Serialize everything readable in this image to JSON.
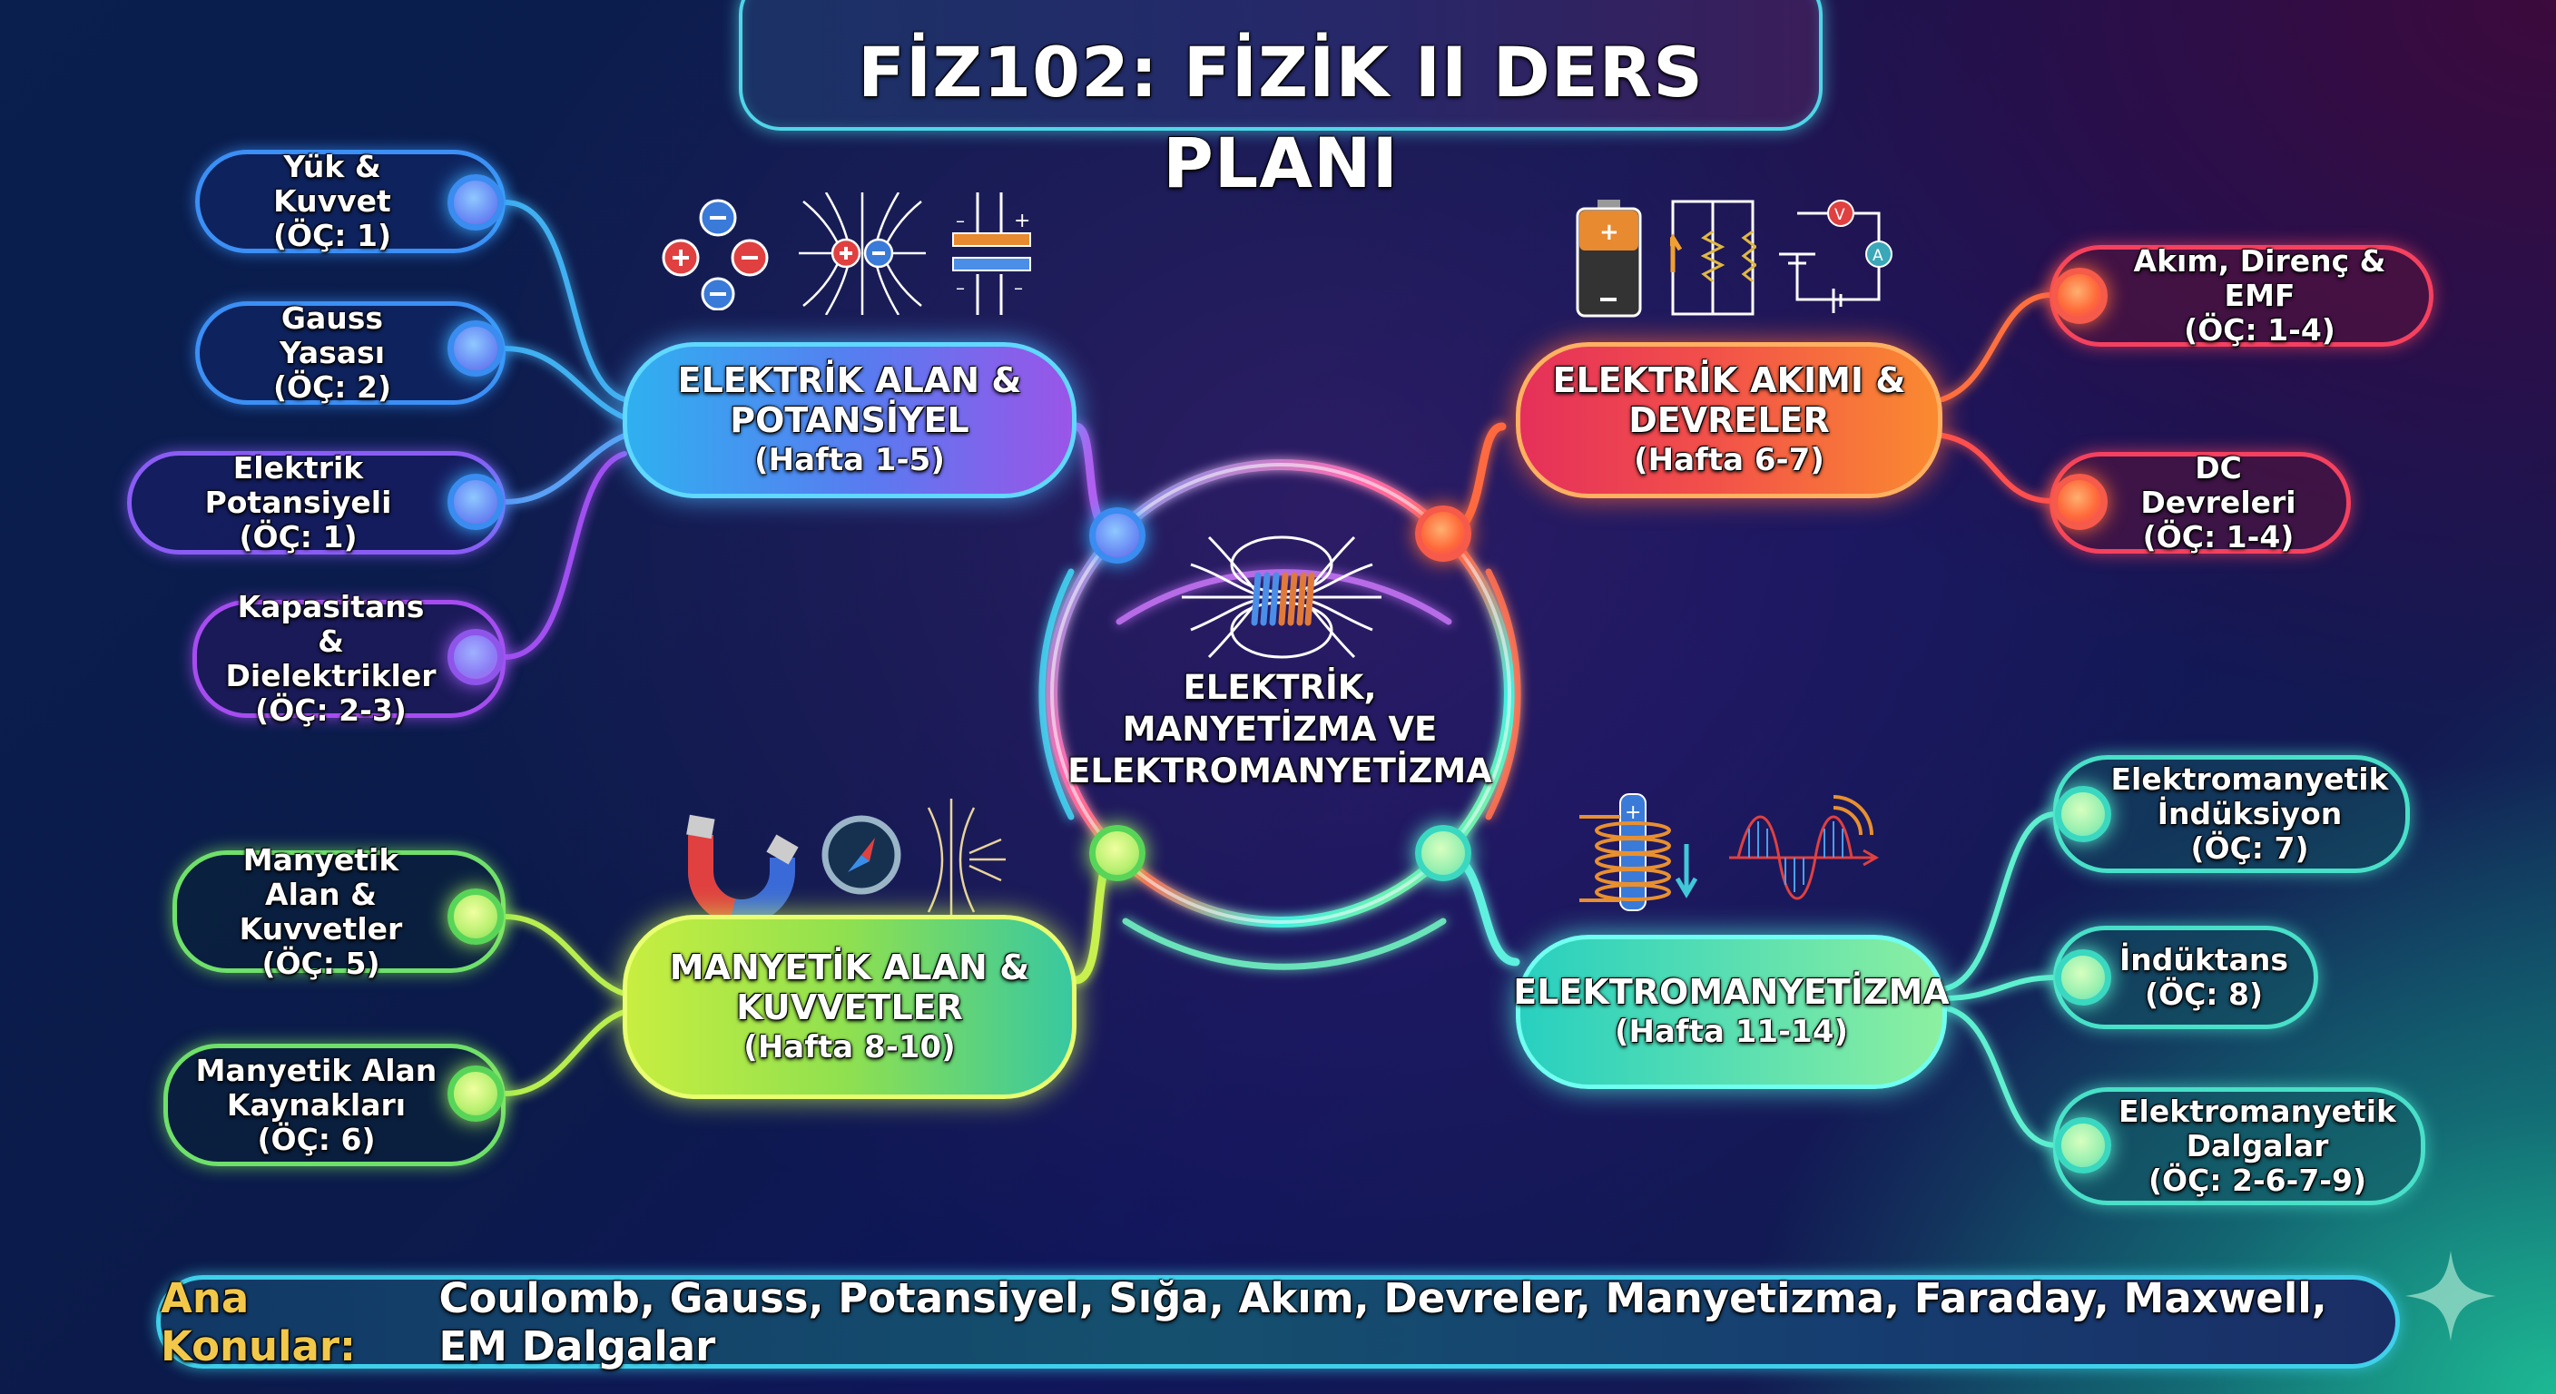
{
  "title": "FİZ102: FİZİK II DERS PLANI",
  "hub": {
    "line1": "ELEKTRİK,",
    "line2": "MANYETİZMA VE",
    "line3": "ELEKTROMANYETİZMA",
    "icon": "solenoid-magnetic-field-icon"
  },
  "topics": [
    {
      "id": "elektrik-alan",
      "line1": "ELEKTRİK ALAN &",
      "line2": "POTANSİYEL",
      "weeks": "(Hafta 1-5)",
      "color": "#5a7af0",
      "icons": [
        "charges-interaction-icon",
        "dipole-field-lines-icon",
        "capacitor-icon"
      ],
      "subtopics": [
        {
          "line1": "Yük & Kuvvet",
          "line2": "",
          "oc": "(ÖÇ: 1)"
        },
        {
          "line1": "Gauss Yasası",
          "line2": "",
          "oc": "(ÖÇ: 2)"
        },
        {
          "line1": "Elektrik Potansiyeli",
          "line2": "",
          "oc": "(ÖÇ: 1)"
        },
        {
          "line1": "Kapasitans &",
          "line2": "Dielektrikler",
          "oc": "(ÖÇ: 2-3)"
        }
      ]
    },
    {
      "id": "elektrik-akimi",
      "line1": "ELEKTRİK AKIMI &",
      "line2": "DEVRELER",
      "weeks": "(Hafta 6-7)",
      "color": "#f2504a",
      "icons": [
        "battery-icon",
        "parallel-resistors-icon",
        "voltmeter-ammeter-circuit-icon"
      ],
      "subtopics": [
        {
          "line1": "Akım, Direnç & EMF",
          "line2": "",
          "oc": "(ÖÇ: 1-4)"
        },
        {
          "line1": "DC Devreleri",
          "line2": "",
          "oc": "(ÖÇ: 1-4)"
        }
      ]
    },
    {
      "id": "manyetik-alan",
      "line1": "MANYETİK ALAN &",
      "line2": "KUVVETLER",
      "weeks": "(Hafta 8-10)",
      "color": "#a8e848",
      "icons": [
        "horseshoe-magnet-icon",
        "compass-icon",
        "magnetic-field-lines-icon"
      ],
      "subtopics": [
        {
          "line1": "Manyetik Alan &",
          "line2": "Kuvvetler",
          "oc": "(ÖÇ: 5)"
        },
        {
          "line1": "Manyetik Alan",
          "line2": "Kaynakları",
          "oc": "(ÖÇ: 6)"
        }
      ]
    },
    {
      "id": "elektromanyetizma",
      "line1": "ELEKTROMANYETİZMA",
      "line2": "",
      "weeks": "(Hafta 11-14)",
      "color": "#4ee0c0",
      "icons": [
        "induction-coil-icon",
        "em-wave-icon"
      ],
      "subtopics": [
        {
          "line1": "Elektromanyetik",
          "line2": "İndüksiyon",
          "oc": "(ÖÇ: 7)"
        },
        {
          "line1": "İndüktans",
          "line2": "",
          "oc": "(ÖÇ: 8)"
        },
        {
          "line1": "Elektromanyetik",
          "line2": "Dalgalar",
          "oc": "(ÖÇ: 2-6-7-9)"
        }
      ]
    }
  ],
  "footer": {
    "label": "Ana Konular:",
    "text": "Coulomb, Gauss, Potansiyel, Sığa, Akım, Devreler, Manyetizma, Faraday, Maxwell, EM Dalgalar"
  },
  "colors": {
    "title_border": "#4fd6e8",
    "footer_label": "#f2c84a",
    "bg_top_right": "#3c0c3c",
    "bg_bottom_right": "#1ebe96",
    "bg_left": "#0a1f4e"
  }
}
